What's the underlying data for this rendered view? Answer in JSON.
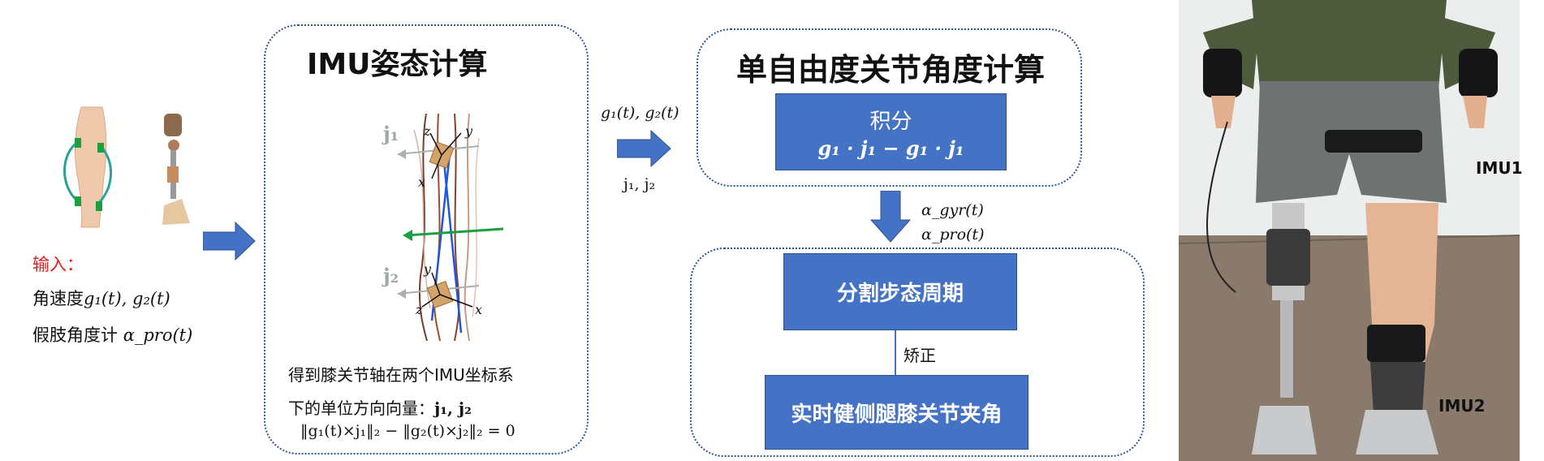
{
  "input": {
    "heading": "输入：",
    "line1_prefix": "角速度",
    "line1_math": "g₁(t), g₂(t)",
    "line2_prefix": "假肢角度计",
    "line2_math": "α_pro(t)"
  },
  "imu_section": {
    "title": "IMU姿态计算",
    "axis_j1": "j₁",
    "axis_j2": "j₂",
    "axis_labels": [
      "z",
      "y",
      "x",
      "y",
      "z",
      "x"
    ],
    "desc_line1": "得到膝关节轴在两个IMU坐标系",
    "desc_line2": "下的单位方向向量：",
    "desc_vectors": "j₁, j₂",
    "formula": "‖g₁(t)×j₁‖₂ − ‖g₂(t)×j₂‖₂ = 0"
  },
  "mid_arrow": {
    "top_label": "g₁(t), g₂(t)",
    "bottom_label": "j₁, j₂"
  },
  "sdof_section": {
    "title": "单自由度关节角度计算",
    "block_label": "积分",
    "block_formula": "g₁ · j₁ − g₁ · j₁"
  },
  "down_arrow": {
    "label1": "α_gyr(t)",
    "label2": "α_pro(t)"
  },
  "gait_section": {
    "block1": "分割步态周期",
    "connector_label": "矫正",
    "block2": "实时健侧腿膝关节夹角"
  },
  "photo": {
    "label_imu1": "IMU1",
    "label_imu2": "IMU2"
  },
  "colors": {
    "block_blue": "#4472c4",
    "dotted_border": "#2f5597",
    "input_red": "#e02020",
    "sensor_green": "#1aa040"
  }
}
